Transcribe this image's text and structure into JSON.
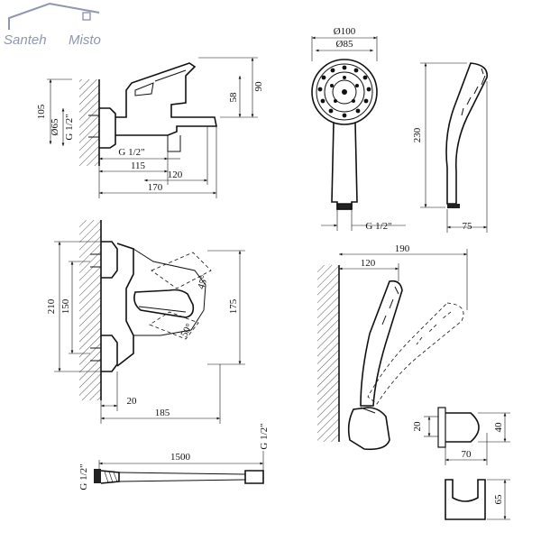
{
  "brand": {
    "name_part1": "Santeh",
    "name_part2": "Misto",
    "accent_color": "#8f97b0"
  },
  "mixer_side": {
    "d105": "105",
    "d90": "90",
    "d58": "58",
    "d65": "Ø65",
    "thread_vertical": "G 1/2\"",
    "thread_bottom": "G 1/2\"",
    "d115": "115",
    "d120": "120",
    "d170": "170"
  },
  "shower_head": {
    "d100": "Ø100",
    "d85": "Ø85",
    "thread": "G 1/2\"",
    "d230": "230",
    "d75": "75"
  },
  "mixer_front": {
    "d210": "210",
    "d150": "150",
    "d175": "175",
    "angle45": "45°",
    "angle50": "50°",
    "d20": "20",
    "d185": "185"
  },
  "holder_assembly": {
    "d190": "190",
    "d120": "120",
    "d20": "20",
    "d40": "40",
    "d70": "70",
    "d65": "65"
  },
  "hose": {
    "length": "1500",
    "thread_left": "G 1/2\"",
    "thread_right": "G 1/2\""
  }
}
